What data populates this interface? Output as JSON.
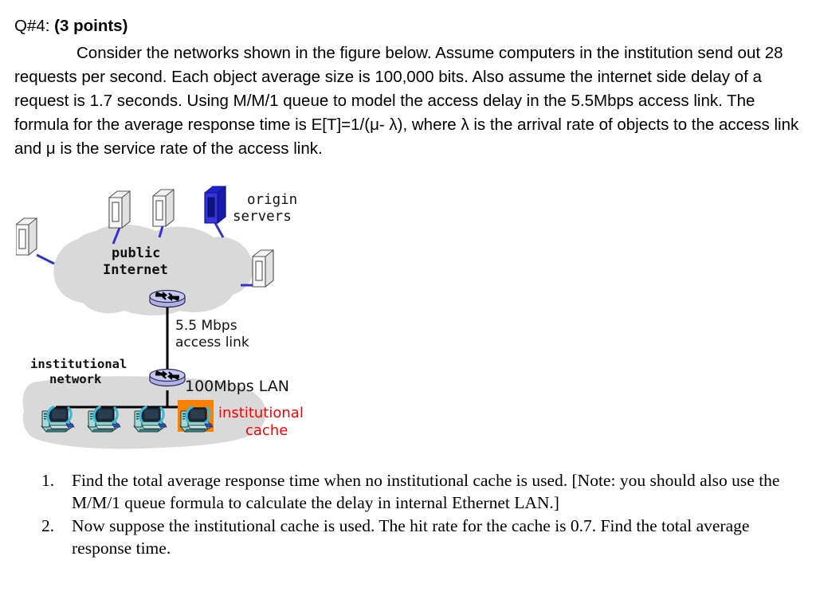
{
  "document": {
    "question": {
      "label": "Q#4:",
      "points": "(3 points)"
    },
    "body": "Consider the networks shown in the figure below. Assume computers in the institution send out 28 requests per second. Each object average size is 100,000 bits. Also assume the internet side delay of a request is 1.7 seconds. Using M/M/1 queue to model the access delay in the 5.5Mbps access link. The formula for the average response time is E[T]=1/(μ- λ), where λ is the arrival rate of objects to the access link and μ is the service rate of the access link.",
    "tasks": [
      {
        "number": "1.",
        "text": "Find the total average response time when no institutional cache is used. [Note: you should also use the M/M/1 queue formula to calculate the delay in internal Ethernet LAN.]"
      },
      {
        "number": "2.",
        "text": "Now suppose the institutional cache is used. The hit rate for the cache is 0.7. Find the total average response time."
      }
    ]
  },
  "figure": {
    "labels": {
      "origin_servers_line1": "origin",
      "origin_servers_line2": "servers",
      "public_internet_line1": "public",
      "public_internet_line2": "Internet",
      "access_link_line1": "5.5 Mbps",
      "access_link_line2": "access link",
      "institutional_network_line1": "institutional",
      "institutional_network_line2": "network",
      "lan_label": "100Mbps LAN",
      "institutional_cache_line1": "institutional",
      "institutional_cache_line2": "cache"
    },
    "colors": {
      "cloud_fill": "#d9d9d9",
      "server_face": "#f2f2f2",
      "server_outline": "#4d4d4d",
      "origin_server_fill": "#2222cc",
      "link_blue": "#3333cc",
      "router_fill": "#bcbce8",
      "cache_highlight": "#ff8000",
      "cache_text": "#ff0000",
      "wire_black": "#000000",
      "monitor_dark": "#1f2b3a",
      "monitor_teal": "#2fa8c4",
      "case_teal": "#7fc4c4"
    },
    "icons": {
      "server": "server-icon",
      "origin_server": "origin-server-icon",
      "router": "router-icon",
      "computer": "computer-icon",
      "cache_computer": "cache-computer-icon"
    },
    "counts": {
      "cloud_servers": 4,
      "origin_servers": 1,
      "lan_computers": 4,
      "routers": 2
    }
  }
}
